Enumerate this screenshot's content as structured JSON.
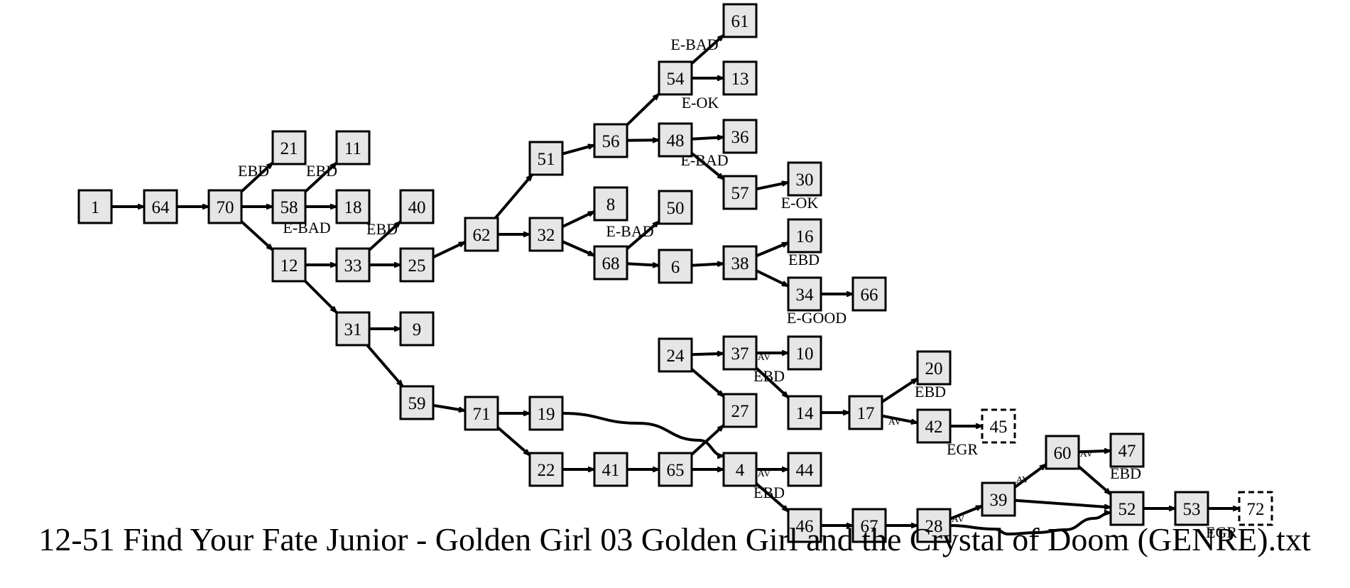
{
  "title": "12-51 Find Your Fate Junior - Golden Girl 03 Golden Girl and the Crystal of Doom (GENRE).txt",
  "nodes": [
    {
      "id": "1"
    },
    {
      "id": "64"
    },
    {
      "id": "70"
    },
    {
      "id": "21"
    },
    {
      "id": "58"
    },
    {
      "id": "11"
    },
    {
      "id": "18"
    },
    {
      "id": "12"
    },
    {
      "id": "33"
    },
    {
      "id": "40"
    },
    {
      "id": "25"
    },
    {
      "id": "31"
    },
    {
      "id": "9"
    },
    {
      "id": "59"
    },
    {
      "id": "71"
    },
    {
      "id": "19"
    },
    {
      "id": "22"
    },
    {
      "id": "41"
    },
    {
      "id": "65"
    },
    {
      "id": "62"
    },
    {
      "id": "51"
    },
    {
      "id": "32"
    },
    {
      "id": "8"
    },
    {
      "id": "68"
    },
    {
      "id": "50"
    },
    {
      "id": "6"
    },
    {
      "id": "56"
    },
    {
      "id": "54"
    },
    {
      "id": "61"
    },
    {
      "id": "13"
    },
    {
      "id": "48"
    },
    {
      "id": "36"
    },
    {
      "id": "57"
    },
    {
      "id": "30"
    },
    {
      "id": "38"
    },
    {
      "id": "16"
    },
    {
      "id": "34"
    },
    {
      "id": "66"
    },
    {
      "id": "24"
    },
    {
      "id": "37"
    },
    {
      "id": "10"
    },
    {
      "id": "27"
    },
    {
      "id": "4"
    },
    {
      "id": "44"
    },
    {
      "id": "14"
    },
    {
      "id": "46"
    },
    {
      "id": "17"
    },
    {
      "id": "20"
    },
    {
      "id": "42"
    },
    {
      "id": "45",
      "style": "dashed"
    },
    {
      "id": "67"
    },
    {
      "id": "28"
    },
    {
      "id": "39"
    },
    {
      "id": "60"
    },
    {
      "id": "47"
    },
    {
      "id": "52"
    },
    {
      "id": "53"
    },
    {
      "id": "72",
      "style": "dashed"
    }
  ],
  "edges": [
    {
      "from": "1",
      "to": "64"
    },
    {
      "from": "64",
      "to": "70"
    },
    {
      "from": "70",
      "to": "21",
      "label": "EBD"
    },
    {
      "from": "70",
      "to": "58"
    },
    {
      "from": "70",
      "to": "12"
    },
    {
      "from": "58",
      "to": "11",
      "label": "EBD"
    },
    {
      "from": "58",
      "to": "18",
      "label": "E-BAD"
    },
    {
      "from": "12",
      "to": "33"
    },
    {
      "from": "12",
      "to": "31"
    },
    {
      "from": "33",
      "to": "40",
      "label": "EBD"
    },
    {
      "from": "33",
      "to": "25"
    },
    {
      "from": "25",
      "to": "62"
    },
    {
      "from": "31",
      "to": "9"
    },
    {
      "from": "31",
      "to": "59"
    },
    {
      "from": "59",
      "to": "71"
    },
    {
      "from": "71",
      "to": "19"
    },
    {
      "from": "71",
      "to": "22"
    },
    {
      "from": "19",
      "to": "4"
    },
    {
      "from": "22",
      "to": "41"
    },
    {
      "from": "41",
      "to": "65"
    },
    {
      "from": "65",
      "to": "27"
    },
    {
      "from": "65",
      "to": "4"
    },
    {
      "from": "62",
      "to": "51"
    },
    {
      "from": "62",
      "to": "32"
    },
    {
      "from": "51",
      "to": "56"
    },
    {
      "from": "32",
      "to": "8"
    },
    {
      "from": "32",
      "to": "68"
    },
    {
      "from": "68",
      "to": "50",
      "label": "E-BAD"
    },
    {
      "from": "68",
      "to": "6"
    },
    {
      "from": "6",
      "to": "38"
    },
    {
      "from": "56",
      "to": "54"
    },
    {
      "from": "56",
      "to": "48"
    },
    {
      "from": "54",
      "to": "61",
      "label": "E-BAD"
    },
    {
      "from": "54",
      "to": "13",
      "label": "E-OK"
    },
    {
      "from": "48",
      "to": "36"
    },
    {
      "from": "48",
      "to": "57",
      "label": "E-BAD"
    },
    {
      "from": "57",
      "to": "30",
      "label": "E-OK"
    },
    {
      "from": "38",
      "to": "16",
      "label": "EBD"
    },
    {
      "from": "38",
      "to": "34"
    },
    {
      "from": "34",
      "to": "66",
      "label": "E-GOOD"
    },
    {
      "from": "24",
      "to": "37"
    },
    {
      "from": "24",
      "to": "27"
    },
    {
      "from": "37",
      "to": "10",
      "label": "AV"
    },
    {
      "from": "37",
      "to": "14",
      "label": "EBD"
    },
    {
      "from": "14",
      "to": "17"
    },
    {
      "from": "17",
      "to": "20",
      "label": "EBD"
    },
    {
      "from": "17",
      "to": "42",
      "label": "AV"
    },
    {
      "from": "42",
      "to": "45",
      "label": "EGR"
    },
    {
      "from": "4",
      "to": "44",
      "label": "AV"
    },
    {
      "from": "4",
      "to": "46",
      "label": "EBD"
    },
    {
      "from": "46",
      "to": "67"
    },
    {
      "from": "67",
      "to": "28"
    },
    {
      "from": "28",
      "to": "39",
      "label": "AV"
    },
    {
      "from": "28",
      "to": "52"
    },
    {
      "from": "39",
      "to": "60",
      "label": "AV"
    },
    {
      "from": "39",
      "to": "52"
    },
    {
      "from": "60",
      "to": "47",
      "label": "AV"
    },
    {
      "from": "60",
      "to": "52",
      "label": "EBD"
    },
    {
      "from": "52",
      "to": "53"
    },
    {
      "from": "53",
      "to": "72",
      "label": "EGR"
    }
  ]
}
